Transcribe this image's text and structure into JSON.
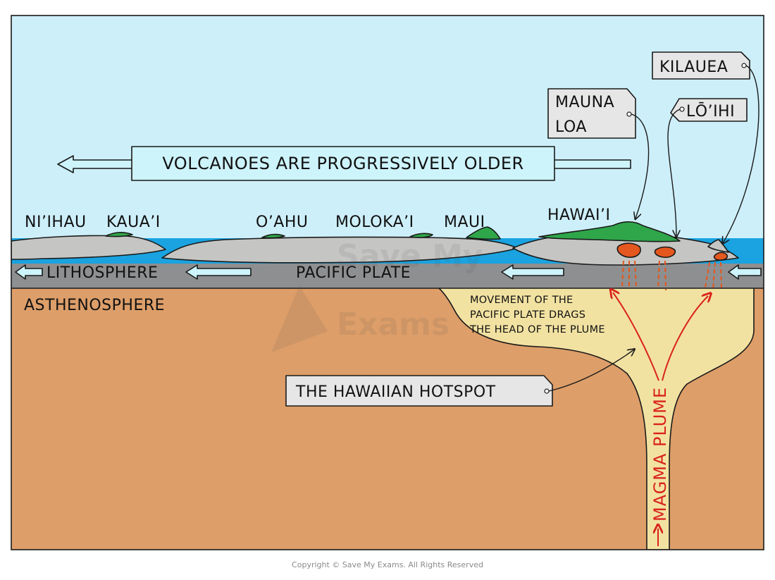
{
  "islands": [
    "NI’IHAU",
    "KAUA’I",
    "O’AHU",
    "MOLOKA’I",
    "MAUI",
    "HAWAI’I"
  ],
  "banner": "VOLCANOES ARE PROGRESSIVELY OLDER",
  "layers": {
    "lithosphere": "LITHOSPHERE",
    "pacific_plate": "PACIFIC PLATE",
    "asthenosphere": "ASTHENOSPHERE"
  },
  "volcanoes": {
    "mauna_loa": [
      "MAUNA",
      "LOA"
    ],
    "kilauea": "KILAUEA",
    "loihi": "LŌ’IHI"
  },
  "plume_note": [
    "MOVEMENT OF THE",
    "PACIFIC PLATE DRAGS",
    "THE HEAD OF THE PLUME"
  ],
  "hotspot": "THE HAWAIIAN HOTSPOT",
  "plume": "MAGMA PLUME",
  "copyright": "Copyright © Save My Exams. All Rights Reserved",
  "colors": {
    "sky": "#cdeffa",
    "sea": "#1aa3e0",
    "lithosphere": "#8e8f90",
    "crust": "#c5c6c4",
    "asthenosphere": "#dd9e69",
    "plume": "#f2e2a2",
    "vegetation": "#2fa64a",
    "magma": "#e4571e",
    "arrow_fill": "#cdf3fb"
  }
}
